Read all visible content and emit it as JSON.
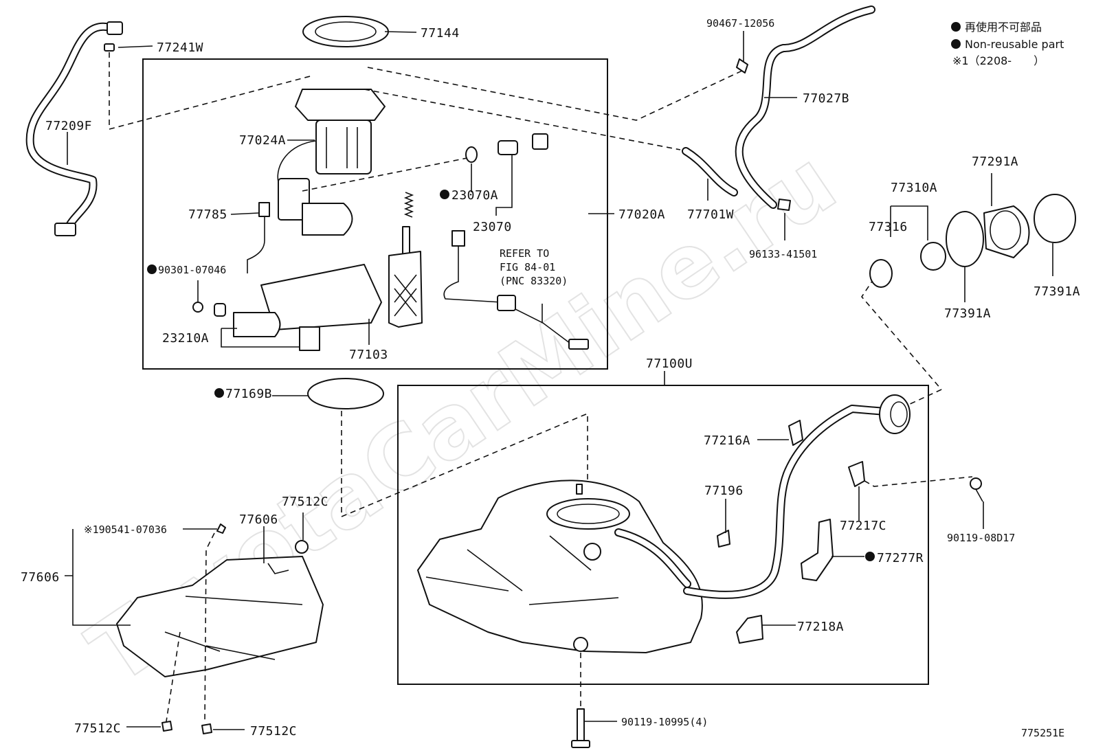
{
  "watermark": "ToyotaCarMine.ru",
  "legend": {
    "line1": "再使用不可部品",
    "line2": "Non-reusable part",
    "line3": "※1（2208-　　）"
  },
  "figure_id": "775251E",
  "labels": {
    "p77241W": "77241W",
    "p77144": "77144",
    "p90467_12056": "90467-12056",
    "p77209F": "77209F",
    "p77024A": "77024A",
    "p77027B": "77027B",
    "p23070A": "23070A",
    "p23070": "23070",
    "p77785": "77785",
    "p77020A": "77020A",
    "p77701W": "77701W",
    "p96133_41501": "96133-41501",
    "p77310A": "77310A",
    "p77291A": "77291A",
    "p77316": "77316",
    "p77391A_a": "77391A",
    "p77391A_b": "77391A",
    "p90301_07046": "90301-07046",
    "refer1": "REFER TO",
    "refer2": "FIG 84-01",
    "refer3": "(PNC 83320)",
    "p23210A": "23210A",
    "p77103": "77103",
    "p77100U": "77100U",
    "p77169B": "77169B",
    "p77216A": "77216A",
    "p77196": "77196",
    "p77217C": "77217C",
    "p90119_08D17": "90119-08D17",
    "p77277R": "77277R",
    "p77218A": "77218A",
    "p77512C_top": "77512C",
    "p190541": "※190541-07036",
    "p77606_top": "77606",
    "p77606_left": "77606",
    "p77512C_bl": "77512C",
    "p77512C_br": "77512C",
    "p90119_10995": "90119-10995(4)"
  }
}
